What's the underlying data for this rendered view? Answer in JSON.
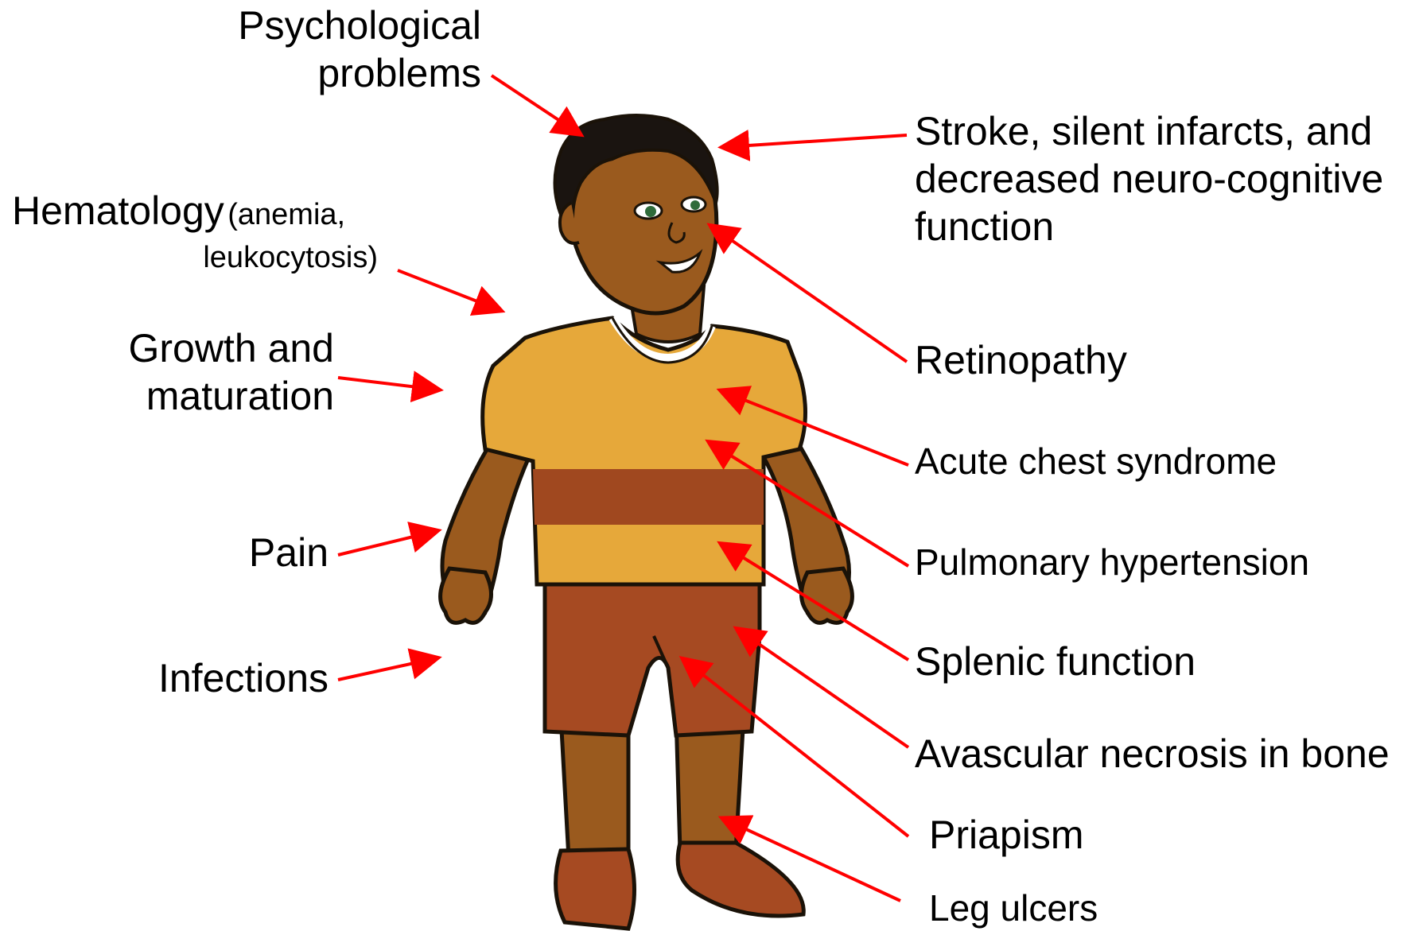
{
  "labels": {
    "psychological": [
      "Psychological",
      "problems"
    ],
    "hematology_main": "Hematology",
    "hematology_paren": [
      "(anemia,",
      "leukocytosis)"
    ],
    "growth": [
      "Growth and",
      "maturation"
    ],
    "pain": "Pain",
    "infections": "Infections",
    "stroke": [
      "Stroke, silent infarcts, and",
      "decreased neuro-cognitive",
      "function"
    ],
    "retinopathy": "Retinopathy",
    "acute_chest": "Acute chest syndrome",
    "pulmonary": "Pulmonary hypertension",
    "splenic": "Splenic function",
    "avascular": "Avascular necrosis in bone",
    "priapism": "Priapism",
    "leg_ulcers": "Leg ulcers"
  },
  "colors": {
    "arrow": "#ff0000",
    "skin": "#9a5a1e",
    "skin_shadow": "#7a4414",
    "hair": "#1a1410",
    "shirt": "#e6a83a",
    "shirt_stripe": "#a0481f",
    "shorts": "#a64a22",
    "shoes": "#a64a22",
    "outline": "#1a1208",
    "eye": "#2f6b3a"
  },
  "icons": [
    "child-illustration",
    "arrow-icon"
  ]
}
